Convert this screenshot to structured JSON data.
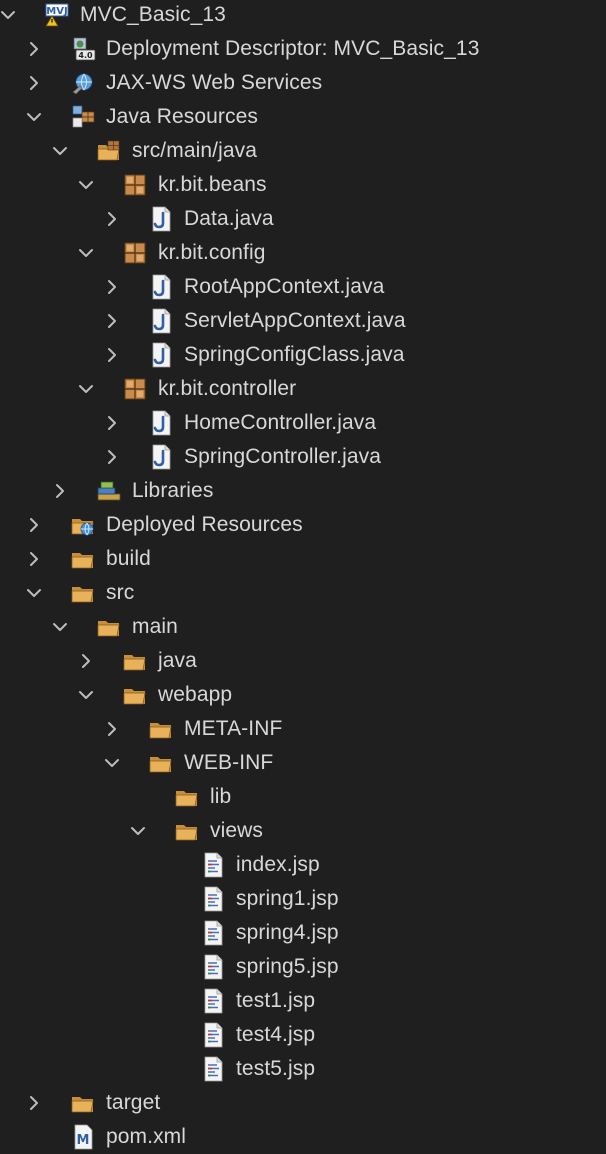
{
  "tree": [
    {
      "label": "MVC_Basic_13",
      "icon": "project-warning-icon",
      "chevron": "down",
      "depth": 0
    },
    {
      "label": "Deployment Descriptor: MVC_Basic_13",
      "icon": "deployment-descriptor-icon",
      "chevron": "right",
      "depth": 1
    },
    {
      "label": "JAX-WS Web Services",
      "icon": "web-services-icon",
      "chevron": "right",
      "depth": 1
    },
    {
      "label": "Java Resources",
      "icon": "java-resources-icon",
      "chevron": "down",
      "depth": 1
    },
    {
      "label": "src/main/java",
      "icon": "source-folder-icon",
      "chevron": "down",
      "depth": 2
    },
    {
      "label": "kr.bit.beans",
      "icon": "package-icon",
      "chevron": "down",
      "depth": 3
    },
    {
      "label": "Data.java",
      "icon": "java-file-icon",
      "chevron": "right",
      "depth": 4
    },
    {
      "label": "kr.bit.config",
      "icon": "package-icon",
      "chevron": "down",
      "depth": 3
    },
    {
      "label": "RootAppContext.java",
      "icon": "java-file-icon",
      "chevron": "right",
      "depth": 4
    },
    {
      "label": "ServletAppContext.java",
      "icon": "java-file-icon",
      "chevron": "right",
      "depth": 4
    },
    {
      "label": "SpringConfigClass.java",
      "icon": "java-file-icon",
      "chevron": "right",
      "depth": 4
    },
    {
      "label": "kr.bit.controller",
      "icon": "package-icon",
      "chevron": "down",
      "depth": 3
    },
    {
      "label": "HomeController.java",
      "icon": "java-file-icon",
      "chevron": "right",
      "depth": 4
    },
    {
      "label": "SpringController.java",
      "icon": "java-file-icon",
      "chevron": "right",
      "depth": 4
    },
    {
      "label": "Libraries",
      "icon": "libraries-icon",
      "chevron": "right",
      "depth": 2
    },
    {
      "label": "Deployed Resources",
      "icon": "deployed-resources-icon",
      "chevron": "right",
      "depth": 1
    },
    {
      "label": "build",
      "icon": "folder-icon",
      "chevron": "right",
      "depth": 1
    },
    {
      "label": "src",
      "icon": "folder-icon",
      "chevron": "down",
      "depth": 1
    },
    {
      "label": "main",
      "icon": "folder-icon",
      "chevron": "down",
      "depth": 2
    },
    {
      "label": "java",
      "icon": "folder-icon",
      "chevron": "right",
      "depth": 3
    },
    {
      "label": "webapp",
      "icon": "folder-icon",
      "chevron": "down",
      "depth": 3
    },
    {
      "label": "META-INF",
      "icon": "folder-icon",
      "chevron": "right",
      "depth": 4
    },
    {
      "label": "WEB-INF",
      "icon": "folder-icon",
      "chevron": "down",
      "depth": 4
    },
    {
      "label": "lib",
      "icon": "folder-icon",
      "chevron": "none",
      "depth": 5
    },
    {
      "label": "views",
      "icon": "folder-icon",
      "chevron": "down",
      "depth": 5
    },
    {
      "label": "index.jsp",
      "icon": "jsp-file-icon",
      "chevron": "none",
      "depth": 6
    },
    {
      "label": "spring1.jsp",
      "icon": "jsp-file-icon",
      "chevron": "none",
      "depth": 6
    },
    {
      "label": "spring4.jsp",
      "icon": "jsp-file-icon",
      "chevron": "none",
      "depth": 6
    },
    {
      "label": "spring5.jsp",
      "icon": "jsp-file-icon",
      "chevron": "none",
      "depth": 6
    },
    {
      "label": "test1.jsp",
      "icon": "jsp-file-icon",
      "chevron": "none",
      "depth": 6
    },
    {
      "label": "test4.jsp",
      "icon": "jsp-file-icon",
      "chevron": "none",
      "depth": 6
    },
    {
      "label": "test5.jsp",
      "icon": "jsp-file-icon",
      "chevron": "none",
      "depth": 6
    },
    {
      "label": "target",
      "icon": "folder-icon",
      "chevron": "right",
      "depth": 1
    },
    {
      "label": "pom.xml",
      "icon": "maven-pom-icon",
      "chevron": "none",
      "depth": 1
    }
  ],
  "colors": {
    "background": "#1f1f1f",
    "text": "#d8d8d8",
    "chevron": "#bdbdbd",
    "folder": "#e8b25a",
    "package": "#c98a4a",
    "java_j": "#2f5fa8"
  }
}
